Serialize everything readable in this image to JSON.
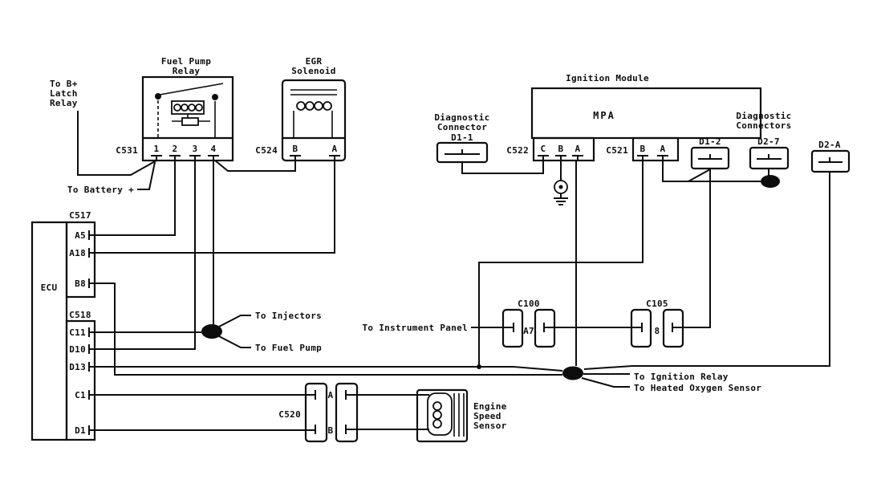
{
  "relay": {
    "title1": "Fuel Pump",
    "title2": "Relay",
    "connector": "C531",
    "pins": [
      "1",
      "2",
      "3",
      "4"
    ]
  },
  "egr": {
    "title1": "EGR",
    "title2": "Solenoid",
    "connector": "C524",
    "pins": [
      "B",
      "A"
    ]
  },
  "ignition": {
    "title": "Ignition Module",
    "chip": "MPA",
    "conn_left": "C522",
    "pins_left": [
      "C",
      "B",
      "A"
    ],
    "conn_right": "C521",
    "pins_right": [
      "B",
      "A"
    ]
  },
  "diag1": {
    "title1": "Diagnostic",
    "title2": "Connector",
    "id": "D1-1"
  },
  "diag2": {
    "title1": "Diagnostic",
    "title2": "Connectors",
    "ids": [
      "D1-2",
      "D2-7",
      "D2-A"
    ]
  },
  "ecu": {
    "name": "ECU",
    "conn_top": "C517",
    "pins_top": [
      "A5",
      "A18",
      "B8"
    ],
    "conn_bottom": "C518",
    "pins_bottom": [
      "C11",
      "D10",
      "D13",
      "C1",
      "D1"
    ]
  },
  "c100": {
    "label": "C100",
    "pin": "A7"
  },
  "c105": {
    "label": "C105",
    "pin": "8"
  },
  "c520": {
    "label": "C520",
    "pin_a": "A",
    "pin_b": "B"
  },
  "sensor": {
    "line1": "Engine",
    "line2": "Speed",
    "line3": "Sensor"
  },
  "wire_labels": {
    "latch1": "To B+",
    "latch2": "Latch",
    "latch3": "Relay",
    "battery": "To Battery +",
    "injectors": "To Injectors",
    "fuel_pump": "To Fuel Pump",
    "instrument": "To Instrument Panel",
    "ignition_relay": "To Ignition Relay",
    "o2": "To Heated Oxygen Sensor"
  },
  "colors": {
    "line": "#0d0d0d",
    "background": "#ffffff"
  }
}
